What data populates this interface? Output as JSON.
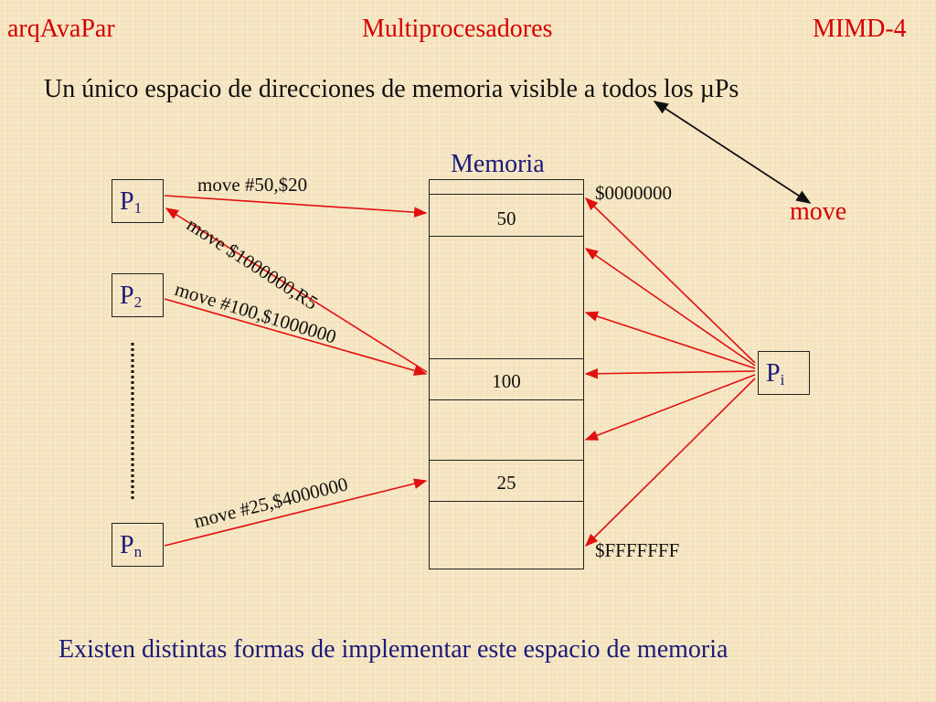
{
  "header": {
    "left": "arqAvaPar",
    "center": "Multiprocesadores",
    "right": "MIMD-4"
  },
  "subtitle": "Un único espacio de direcciones de memoria visible a todos los µPs",
  "memory": {
    "title": "Memoria",
    "start_address": "$0000000",
    "end_address": "$FFFFFFF",
    "cells": [
      "50",
      "100",
      "25"
    ]
  },
  "processors": {
    "p1": {
      "letter": "P",
      "sub": "1"
    },
    "p2": {
      "letter": "P",
      "sub": "2"
    },
    "pn": {
      "letter": "P",
      "sub": "n"
    },
    "pi": {
      "letter": "P",
      "sub": "i"
    }
  },
  "instructions": {
    "p1_move": "move #50,$20",
    "p1_load": "move $1000000,R5",
    "p2_move": "move #100,$1000000",
    "pn_move": "move #25,$4000000"
  },
  "move_label": "move",
  "footer": "Existen distintas formas de implementar este espacio de memoria",
  "colors": {
    "accent": "#d40000",
    "title_blue": "#1a1a7a",
    "background": "#f6e6c3",
    "arrow": "#e01010"
  }
}
